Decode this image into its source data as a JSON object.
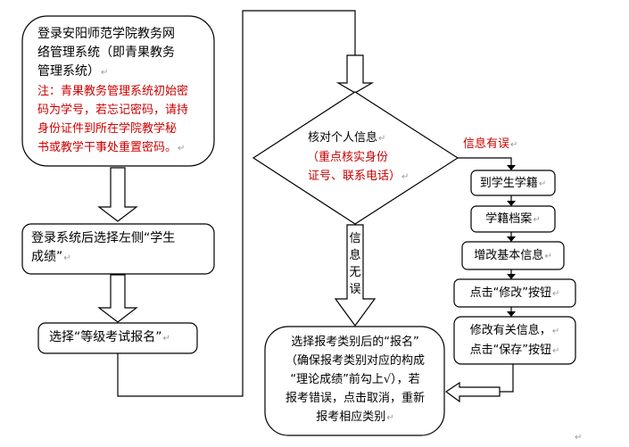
{
  "diagram": {
    "title": "等级考试报名流程",
    "colors": {
      "line": "#000000",
      "note": "#cc0000",
      "background": "#ffffff"
    },
    "nodes": {
      "login": {
        "lines": [
          "登录安阳师范学院教务网",
          "络管理系统（即青果教务",
          "管理系统）"
        ],
        "note_lines": [
          "注：青果教务管理系统初始密",
          "码为学号，若忘记密码，请持",
          "身份证件到所在学院教学秘",
          "书或教学干事处重置密码。"
        ]
      },
      "select_score": {
        "lines": [
          "登录系统后选择左侧“学生",
          "成绩”"
        ]
      },
      "select_exam": {
        "lines": [
          "选择“等级考试报名”"
        ]
      },
      "verify": {
        "lines": [
          "核对个人信息"
        ],
        "note_lines": [
          "（重点核实身份",
          "证号、联系电话）"
        ]
      },
      "register": {
        "lines": [
          "选择报考类别后的“报名”",
          "（确保报考类别对应的构成",
          "“理论成绩”前勾上√），若",
          "报考错误，点击取消，重新",
          "报考相应类别"
        ]
      },
      "to_roll": {
        "lines": [
          "到学生学籍"
        ]
      },
      "roll_archive": {
        "lines": [
          "学籍档案"
        ]
      },
      "add_info": {
        "lines": [
          "增改基本信息"
        ]
      },
      "click_modify": {
        "lines": [
          "点击“修改”按钮"
        ]
      },
      "save": {
        "lines": [
          "修改有关信息，",
          "点击“保存”按钮"
        ]
      }
    },
    "edges": {
      "info_correct": {
        "label_chars": [
          "信",
          "息",
          "无",
          "误"
        ]
      },
      "info_wrong": {
        "label": "信息有误"
      }
    },
    "paragraph_mark": "↵"
  }
}
